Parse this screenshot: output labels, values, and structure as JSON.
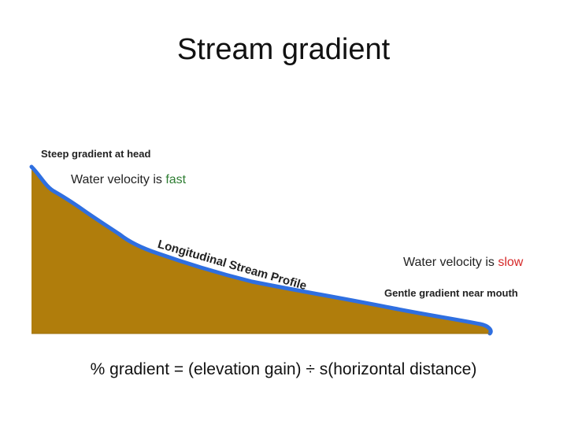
{
  "title": "Stream gradient",
  "labels": {
    "head": "Steep gradient at head",
    "fast_prefix": "Water velocity is ",
    "fast_word": "fast",
    "profile": "Longitudinal Stream Profile",
    "slow_prefix": "Water velocity is ",
    "slow_word": "slow",
    "mouth": "Gentle gradient near mouth"
  },
  "formula": "% gradient = (elevation gain) ÷ s(horizontal distance)",
  "colors": {
    "ground": "#b07d0c",
    "water": "#2f6fe0",
    "fast": "#2e7d32",
    "slow": "#d62828"
  }
}
